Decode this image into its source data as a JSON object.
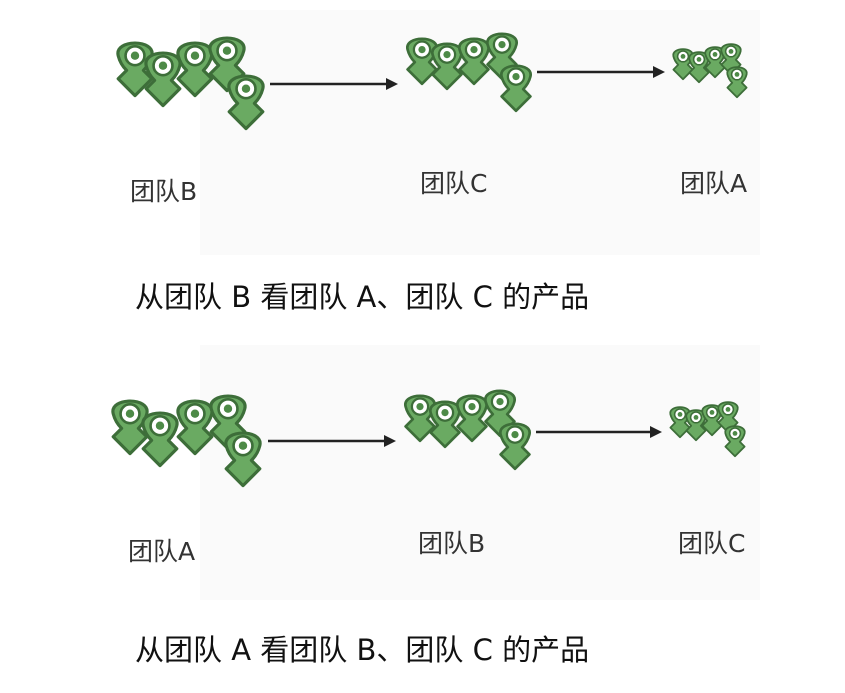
{
  "diagram": {
    "rows": [
      {
        "teams": [
          {
            "label": "团队B",
            "figure_count": 5
          },
          {
            "label": "团队C",
            "figure_count": 5
          },
          {
            "label": "团队A",
            "figure_count": 5
          }
        ],
        "caption": "从团队 B 看团队 A、团队 C 的产品"
      },
      {
        "teams": [
          {
            "label": "团队A",
            "figure_count": 5
          },
          {
            "label": "团队B",
            "figure_count": 5
          },
          {
            "label": "团队C",
            "figure_count": 5
          }
        ],
        "caption": "从团队 A 看团队 B、团队 C 的产品"
      }
    ],
    "colors": {
      "figure_fill": "#6aaa62",
      "figure_outline": "#3d6e39",
      "arrow": "#222222"
    },
    "icons": [
      "person-group-icon",
      "arrow-right-icon"
    ]
  }
}
